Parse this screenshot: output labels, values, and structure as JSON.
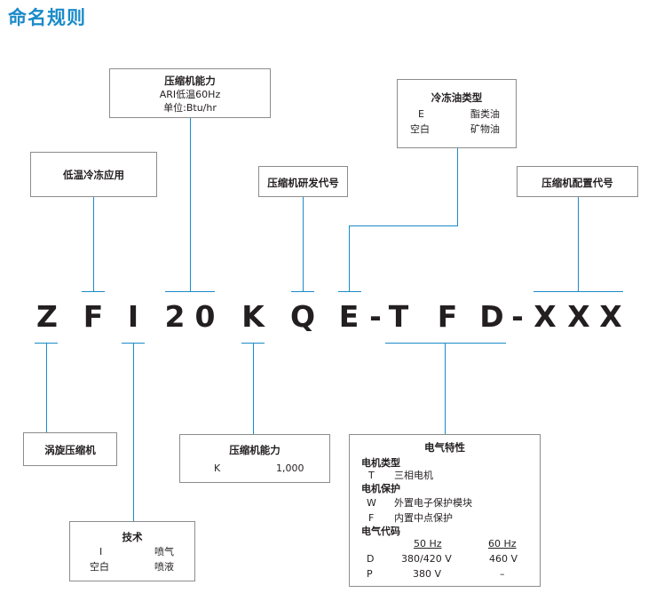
{
  "title": "命名规则",
  "model_chars": [
    "Z",
    "F",
    "I",
    "2",
    "0",
    "K",
    "Q",
    "E",
    "-",
    "T",
    "F",
    "D",
    "-",
    "X",
    "X",
    "X"
  ],
  "boxes": {
    "capacity_top": {
      "title": "压缩机能力",
      "line1": "ARI低温60Hz",
      "line2": "单位:Btu/hr"
    },
    "application": {
      "title": "低温冷冻应用"
    },
    "dev_code": {
      "title": "压缩机研发代号"
    },
    "oil": {
      "title": "冷冻油类型",
      "rows": [
        {
          "code": "E",
          "name": "酯类油"
        },
        {
          "code": "空白",
          "name": "矿物油"
        }
      ]
    },
    "config": {
      "title": "压缩机配置代号"
    },
    "scroll": {
      "title": "涡旋压缩机"
    },
    "capacity_bottom": {
      "title": "压缩机能力",
      "code": "K",
      "value": "1,000"
    },
    "tech": {
      "title": "技术",
      "rows": [
        {
          "code": "I",
          "name": "喷气"
        },
        {
          "code": "空白",
          "name": "喷液"
        }
      ]
    },
    "electrical": {
      "title": "电气特性",
      "motor_type": {
        "label": "电机类型",
        "code": "T",
        "desc": "三相电机"
      },
      "motor_protect": {
        "label": "电机保护",
        "rows": [
          {
            "code": "W",
            "desc": "外置电子保护模块"
          },
          {
            "code": "F",
            "desc": "内置中点保护"
          }
        ]
      },
      "elec_code": {
        "label": "电气代码",
        "col1": "50 Hz",
        "col2": "60 Hz",
        "rows": [
          {
            "code": "D",
            "v50": "380/420 V",
            "v60": "460 V"
          },
          {
            "code": "P",
            "v50": "380 V",
            "v60": "–"
          }
        ]
      }
    }
  }
}
